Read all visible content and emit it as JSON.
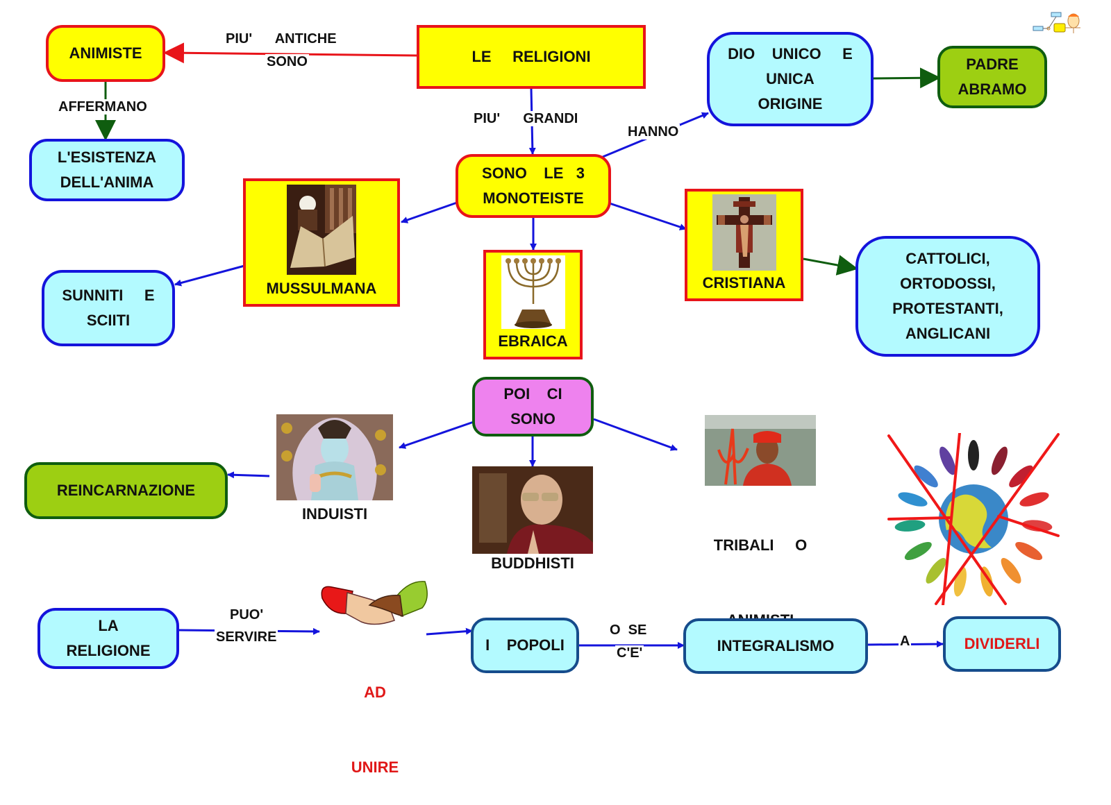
{
  "title": "LE RELIGIONI",
  "colors": {
    "yellow": "#ffff00",
    "red_border": "#e8141a",
    "cyan": "#b3faff",
    "blue_border": "#1414dc",
    "green": "#9dcf12",
    "green_border": "#0f5d0f",
    "pink": "#ee82ee",
    "edge_blue": "#1414dc",
    "edge_red": "#e8141a",
    "edge_green": "#0f5d0f",
    "accent_red_text": "#e01818"
  },
  "nodes": {
    "religioni": {
      "lines": [
        "LE     RELIGIONI"
      ]
    },
    "animiste": {
      "lines": [
        "ANIMISTE"
      ]
    },
    "esistenza": {
      "lines": [
        "L'ESISTENZA",
        "DELL'ANIMA"
      ]
    },
    "monoteiste": {
      "lines": [
        "SONO    LE   3",
        "MONOTEISTE"
      ]
    },
    "dio_unico": {
      "lines": [
        "DIO    UNICO     E",
        "UNICA",
        "ORIGINE"
      ]
    },
    "padre_abramo": {
      "lines": [
        "PADRE",
        "ABRAMO"
      ]
    },
    "mussulmana": {
      "label": "MUSSULMANA",
      "image": "quran-reader-photo"
    },
    "ebraica": {
      "label": "EBRAICA",
      "image": "menorah-photo"
    },
    "cristiana": {
      "label": "CRISTIANA",
      "image": "crucifix-photo"
    },
    "sunniti": {
      "lines": [
        "SUNNITI     E",
        "SCIITI"
      ]
    },
    "cattolici": {
      "lines": [
        "CATTOLICI,",
        "ORTODOSSI,",
        "PROTESTANTI,",
        "ANGLICANI"
      ]
    },
    "poi_ci_sono": {
      "lines": [
        "POI    CI",
        "SONO"
      ]
    },
    "induisti": {
      "label": "INDUISTI",
      "image": "shiva-painting"
    },
    "buddhisti": {
      "label": "BUDDHISTI",
      "image": "dalai-lama-photo"
    },
    "tribali": {
      "lines": [
        "TRIBALI     O",
        "ANIMISTI"
      ],
      "image": "tribal-man-photo"
    },
    "reincarnazione": {
      "lines": [
        "REINCARNAZIONE"
      ]
    },
    "la_religione": {
      "lines": [
        "LA",
        "RELIGIONE"
      ]
    },
    "ad_unire": {
      "lines": [
        "AD",
        "UNIRE"
      ],
      "image": "handshake-clipart"
    },
    "popoli": {
      "lines": [
        "I    POPOLI"
      ]
    },
    "integralismo": {
      "lines": [
        "INTEGRALISMO"
      ]
    },
    "dividerli": {
      "lines": [
        "DIVIDERLI"
      ]
    },
    "globe": {
      "image": "people-around-globe-crossed-out"
    }
  },
  "edge_labels": {
    "piu_antiche": "PIU'      ANTICHE",
    "sono": "SONO",
    "affermano": "AFFERMANO",
    "piu_grandi": "PIU'      GRANDI",
    "hanno": "HANNO",
    "puo": "PUO'",
    "servire": "SERVIRE",
    "o_se": "O  SE",
    "c_e": "C'E'",
    "a": "A"
  },
  "logo": {
    "icon": "cmap-logo-icon"
  }
}
